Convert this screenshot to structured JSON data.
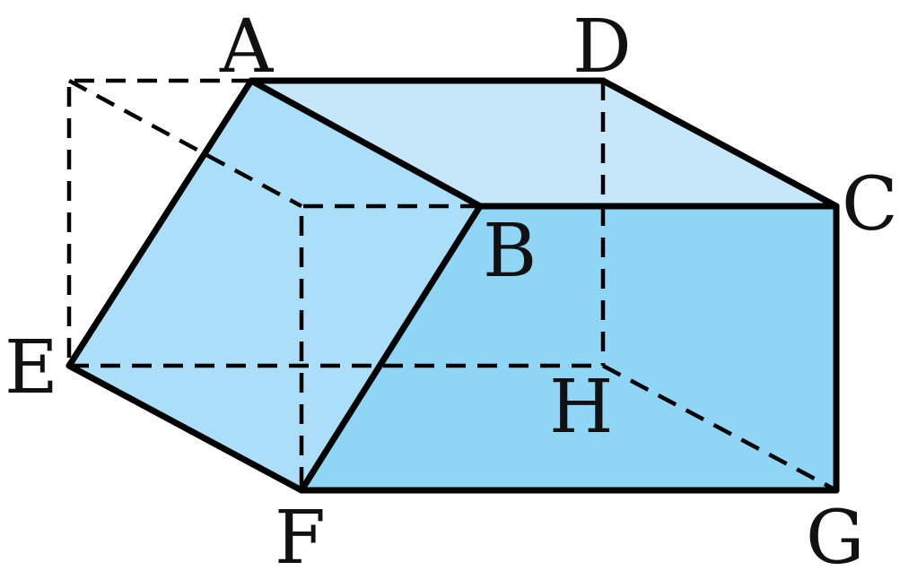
{
  "colors": {
    "top_face": "#c6e7fa",
    "left_face": "#abdff9",
    "front_face": "#8fd5f5",
    "edge": "#000000"
  },
  "labels": {
    "A": "A",
    "B": "B",
    "C": "C",
    "D": "D",
    "E": "E",
    "F": "F",
    "G": "G",
    "H": "H"
  }
}
